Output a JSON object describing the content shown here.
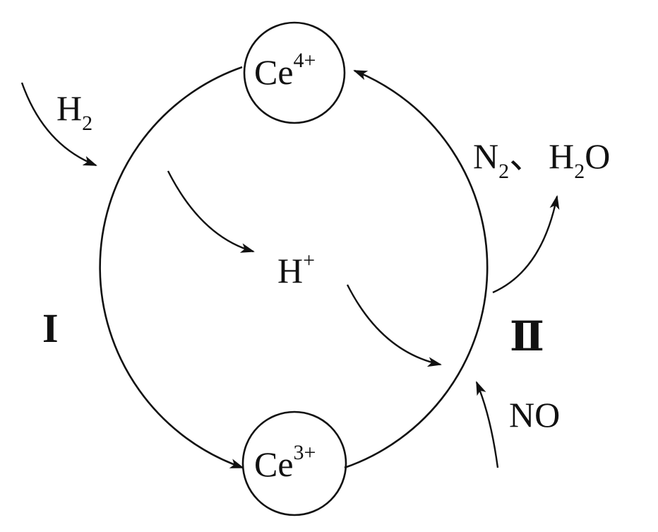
{
  "nodes": {
    "ce4": {
      "base": "Ce",
      "sup": "4+"
    },
    "ce3": {
      "base": "Ce",
      "sup": "3+"
    }
  },
  "labels": {
    "h2": {
      "base": "H",
      "sub": "2"
    },
    "h_plus": {
      "base": "H",
      "sup": "+"
    },
    "no": "NO",
    "products": {
      "n": "N",
      "n_sub": "2",
      "sep": "、",
      "h": "H",
      "h_sub": "2",
      "o": "O"
    },
    "stage_1": "I",
    "stage_2": "Ⅱ"
  },
  "colors": {
    "ink": "#111111",
    "background": "#ffffff"
  }
}
